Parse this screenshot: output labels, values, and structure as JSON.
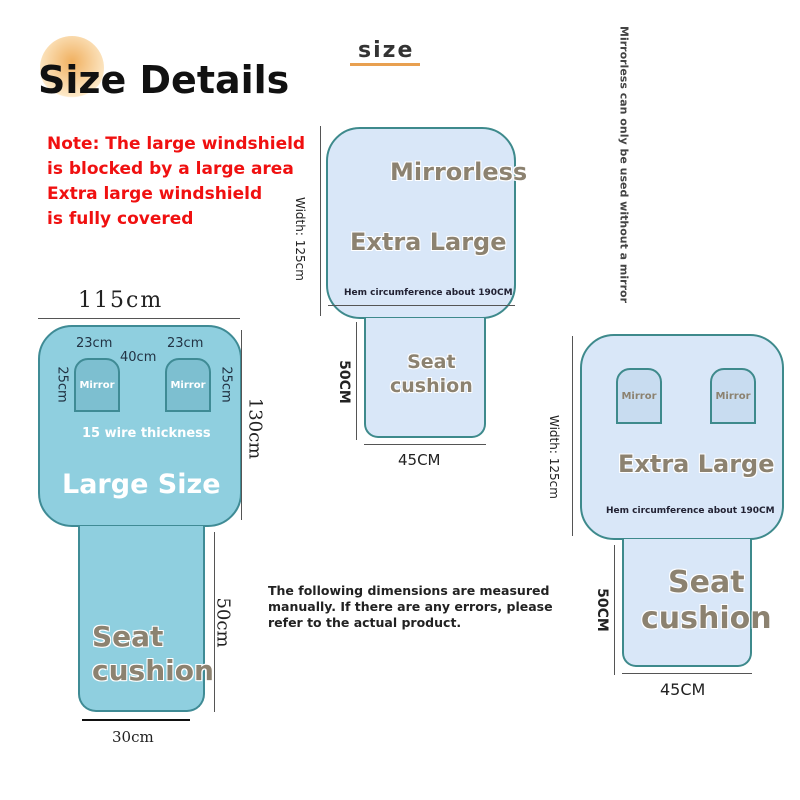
{
  "header": {
    "title": "Size Details",
    "size_label": "size"
  },
  "notes": {
    "line1": "Note: The large windshield",
    "line2": "is blocked by a large area",
    "line3": "Extra large windshield",
    "line4": "is fully covered"
  },
  "side_note": "Mirrorless can only be used without a mirror",
  "disclaimer": {
    "line1": "The following dimensions are measured",
    "line2": "manually. If there are any errors, please",
    "line3": "refer to the actual product."
  },
  "large": {
    "width": "115cm",
    "height": "130cm",
    "mirror_width_left": "23cm",
    "mirror_width_right": "23cm",
    "mirror_gap": "40cm",
    "mirror_height_left": "25cm",
    "mirror_height_right": "25cm",
    "mirror_left": "Mirror",
    "mirror_right": "Mirror",
    "thickness": "15 wire thickness",
    "name": "Large Size",
    "seat_line1": "Seat",
    "seat_line2": "cushion",
    "seat_height": "50cm",
    "seat_width": "30cm"
  },
  "xl_mirrorless": {
    "tag": "Mirrorless",
    "name": "Extra Large",
    "width": "Width: 125cm",
    "hem": "Hem circumference about 190CM",
    "seat_line1": "Seat",
    "seat_line2": "cushion",
    "seat_height": "50CM",
    "seat_width": "45CM"
  },
  "xl_mirror": {
    "mirror_left": "Mirror",
    "mirror_right": "Mirror",
    "name": "Extra Large",
    "width": "Width: 125cm",
    "hem": "Hem circumference about 190CM",
    "seat_line1": "Seat",
    "seat_line2": "cushion",
    "seat_height": "50CM",
    "seat_width": "45CM"
  }
}
